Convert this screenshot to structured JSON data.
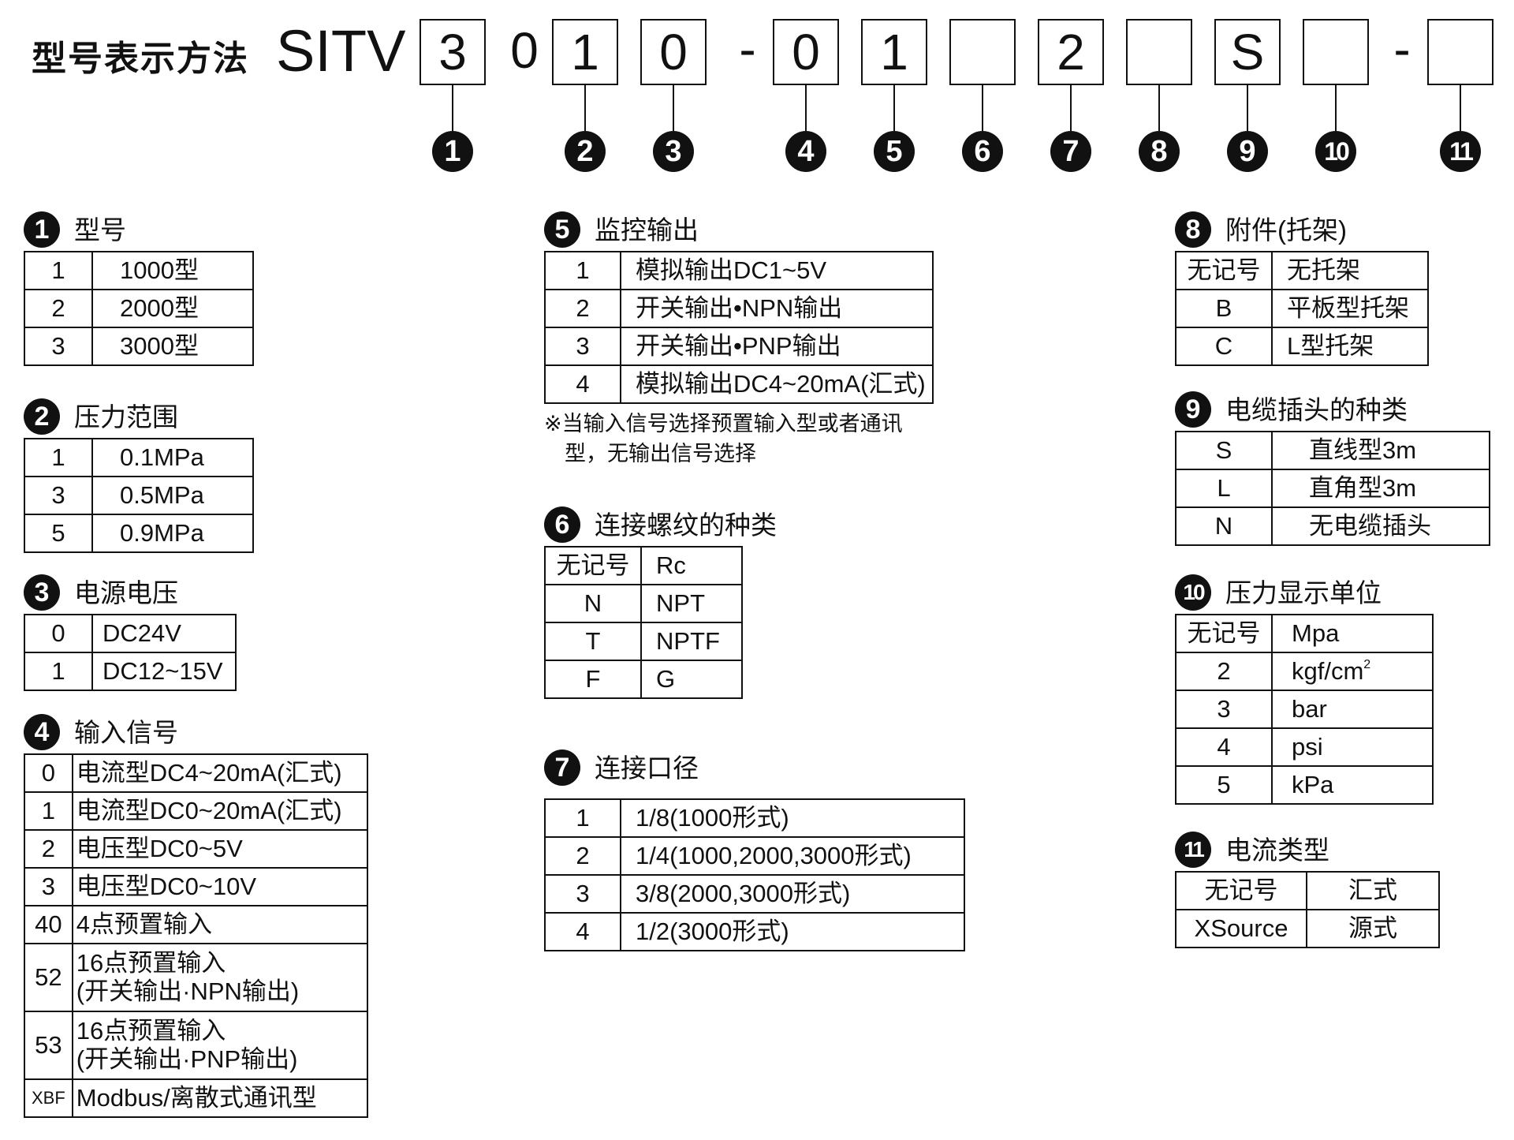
{
  "header": {
    "title": "型号表示方法",
    "prefix": "SITV",
    "code": [
      {
        "text": "3",
        "boxed": true,
        "marker": "1"
      },
      {
        "text": "0",
        "boxed": false,
        "marker": ""
      },
      {
        "text": "1",
        "boxed": true,
        "marker": "2"
      },
      {
        "text": "0",
        "boxed": true,
        "marker": "3"
      },
      {
        "text": "-",
        "dash": true
      },
      {
        "text": "0",
        "boxed": true,
        "marker": "4"
      },
      {
        "text": "1",
        "boxed": true,
        "marker": "5"
      },
      {
        "text": "",
        "boxed": true,
        "marker": "6"
      },
      {
        "text": "2",
        "boxed": true,
        "marker": "7"
      },
      {
        "text": "",
        "boxed": true,
        "marker": "8"
      },
      {
        "text": "S",
        "boxed": true,
        "marker": "9"
      },
      {
        "text": "",
        "boxed": true,
        "marker": "10"
      },
      {
        "text": "-",
        "dash": true
      },
      {
        "text": "",
        "boxed": true,
        "marker": "11"
      }
    ]
  },
  "sections": {
    "s1": {
      "num": "1",
      "title": "型号",
      "rows": [
        [
          "1",
          "1000型"
        ],
        [
          "2",
          "2000型"
        ],
        [
          "3",
          "3000型"
        ]
      ]
    },
    "s2": {
      "num": "2",
      "title": "压力范围",
      "rows": [
        [
          "1",
          "0.1MPa"
        ],
        [
          "3",
          "0.5MPa"
        ],
        [
          "5",
          "0.9MPa"
        ]
      ]
    },
    "s3": {
      "num": "3",
      "title": "电源电压",
      "rows": [
        [
          "0",
          "DC24V"
        ],
        [
          "1",
          "DC12~15V"
        ]
      ]
    },
    "s4": {
      "num": "4",
      "title": "输入信号",
      "rows": [
        [
          "0",
          "电流型DC4~20mA(汇式)"
        ],
        [
          "1",
          "电流型DC0~20mA(汇式)"
        ],
        [
          "2",
          "电压型DC0~5V"
        ],
        [
          "3",
          "电压型DC0~10V"
        ],
        [
          "40",
          "4点预置输入"
        ],
        [
          "52",
          "16点预置输入\n(开关输出·NPN输出)"
        ],
        [
          "53",
          "16点预置输入\n(开关输出·PNP输出)"
        ],
        [
          "XBF",
          "Modbus/离散式通讯型"
        ]
      ]
    },
    "s5": {
      "num": "5",
      "title": "监控输出",
      "rows": [
        [
          "1",
          "模拟输出DC1~5V"
        ],
        [
          "2",
          "开关输出•NPN输出"
        ],
        [
          "3",
          "开关输出•PNP输出"
        ],
        [
          "4",
          "模拟输出DC4~20mA(汇式)"
        ]
      ],
      "note_line1": "※当输入信号选择预置输入型或者通讯",
      "note_line2": "型，无输出信号选择"
    },
    "s6": {
      "num": "6",
      "title": "连接螺纹的种类",
      "rows": [
        [
          "无记号",
          "Rc"
        ],
        [
          "N",
          "NPT"
        ],
        [
          "T",
          "NPTF"
        ],
        [
          "F",
          "G"
        ]
      ]
    },
    "s7": {
      "num": "7",
      "title": "连接口径",
      "rows": [
        [
          "1",
          "1/8(1000形式)"
        ],
        [
          "2",
          "1/4(1000,2000,3000形式)"
        ],
        [
          "3",
          "3/8(2000,3000形式)"
        ],
        [
          "4",
          "1/2(3000形式)"
        ]
      ]
    },
    "s8": {
      "num": "8",
      "title": "附件(托架)",
      "rows": [
        [
          "无记号",
          "无托架"
        ],
        [
          "B",
          "平板型托架"
        ],
        [
          "C",
          "L型托架"
        ]
      ]
    },
    "s9": {
      "num": "9",
      "title": "电缆插头的种类",
      "rows": [
        [
          "S",
          "直线型3m"
        ],
        [
          "L",
          "直角型3m"
        ],
        [
          "N",
          "无电缆插头"
        ]
      ]
    },
    "s10": {
      "num": "10",
      "title": "压力显示单位",
      "rows": [
        [
          "无记号",
          "Mpa"
        ],
        [
          "2",
          "kgf/cm"
        ],
        [
          "3",
          "bar"
        ],
        [
          "4",
          "psi"
        ],
        [
          "5",
          "kPa"
        ]
      ],
      "sup": "2"
    },
    "s11": {
      "num": "11",
      "title": "电流类型",
      "rows": [
        [
          "无记号",
          "汇式"
        ],
        [
          "XSource",
          "源式"
        ]
      ]
    }
  }
}
